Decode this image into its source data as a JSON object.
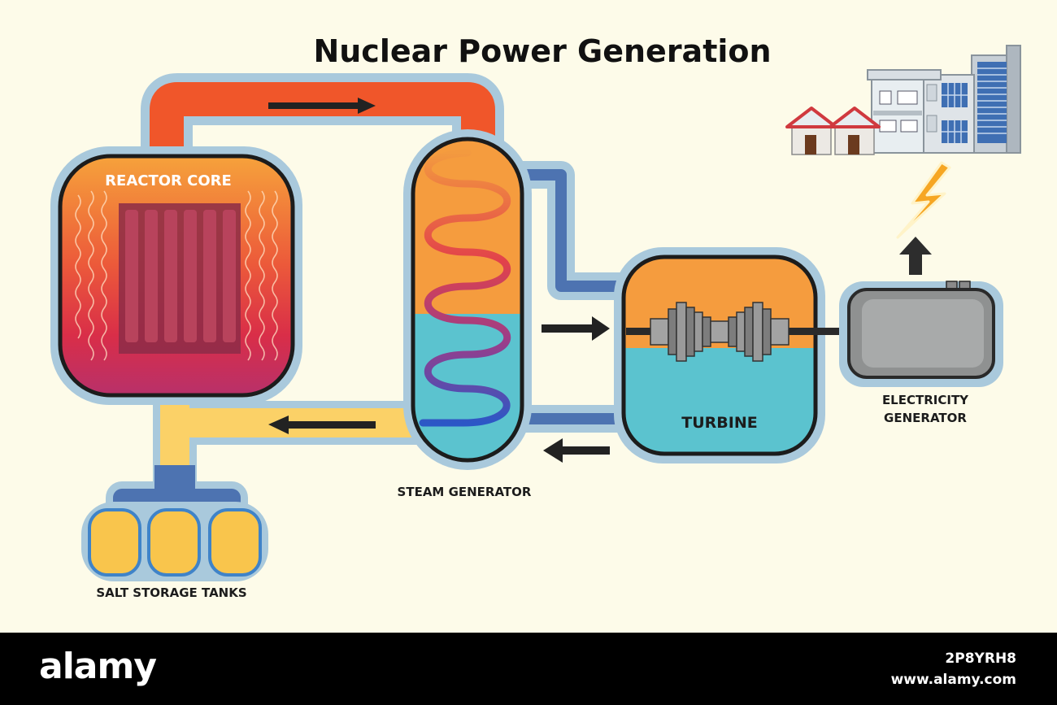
{
  "title": "Nuclear Power Generation",
  "labels": {
    "reactor_core": "REACTOR CORE",
    "steam_generator": "STEAM GENERATOR",
    "turbine": "TURBINE",
    "electricity_generator_line1": "ELECTRICITY",
    "electricity_generator_line2": "GENERATOR",
    "salt_storage_tanks": "SALT STORAGE TANKS"
  },
  "footer": {
    "brand": "alamy",
    "image_id": "2P8YRH8",
    "site": "www.alamy.com"
  },
  "colors": {
    "background": "#fdfbe9",
    "hot_pipe": "#f0562a",
    "warm_pipe": "#fbd167",
    "cool_pipe": "#4d73b1",
    "outline": "#a9c9dc",
    "water": "#5bc3cf",
    "steam": "#f59c3e",
    "generator_gray": "#8f9191"
  },
  "icons": [
    "lightning-bolt-icon",
    "up-arrow-icon",
    "house-icon",
    "office-building-icon"
  ]
}
